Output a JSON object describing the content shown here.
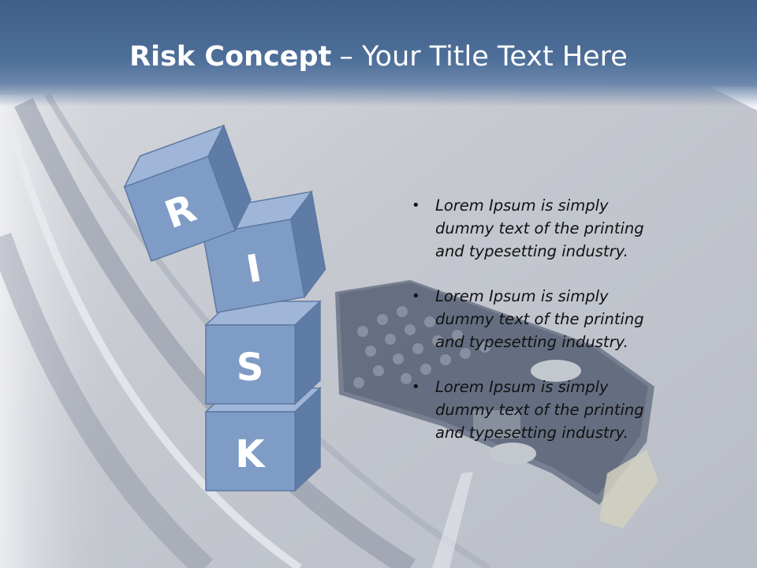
{
  "slide": {
    "title_bold": "Risk Concept",
    "title_rest": "– Your Title Text Here"
  },
  "blocks": {
    "letters": [
      "R",
      "I",
      "S",
      "K"
    ]
  },
  "bullets": {
    "items": [
      "Lorem Ipsum is simply dummy text of the printing and typesetting industry.",
      "Lorem Ipsum is simply dummy text of the printing and typesetting industry.",
      "Lorem Ipsum is simply dummy text of the printing and typesetting industry."
    ],
    "bullet_glyph": "•"
  },
  "colors": {
    "header_band": "#4a6a94",
    "cube_front": "#7f9cc6",
    "cube_top": "#9fb6d8",
    "cube_side": "#5f7ca7",
    "text": "#111111"
  }
}
